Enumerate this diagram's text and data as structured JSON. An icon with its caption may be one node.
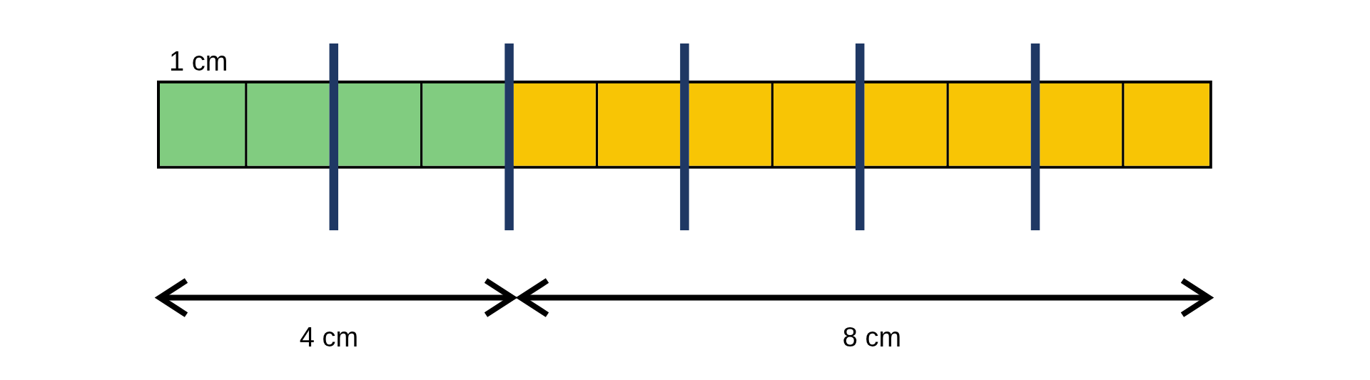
{
  "diagram": {
    "nodes": [
      {
        "text": [],
        "shape": "box"
      },
      {
        "text": [],
        "shape": "box"
      },
      {
        "text": [],
        "shape": "box"
      },
      {
        "text": [],
        "shape": "box"
      },
      {
        "text": [],
        "shape": "box"
      },
      {
        "text": [],
        "shape": "box"
      },
      {
        "text": [],
        "shape": "box"
      },
      {
        "text": [],
        "shape": "box"
      },
      {
        "text": [],
        "shape": "box"
      },
      {
        "text": [],
        "shape": "box"
      },
      {
        "text": [],
        "shape": "box"
      },
      {
        "text": [],
        "shape": "box"
      },
      {
        "text": [],
        "shape": "bar"
      },
      {
        "text": [],
        "shape": "bar"
      },
      {
        "text": [],
        "shape": "bar"
      },
      {
        "text": [],
        "shape": "bar"
      },
      {
        "text": [],
        "shape": "bar"
      }
    ],
    "labels": [
      "1 cm",
      "4 cm",
      "8 cm"
    ]
  }
}
